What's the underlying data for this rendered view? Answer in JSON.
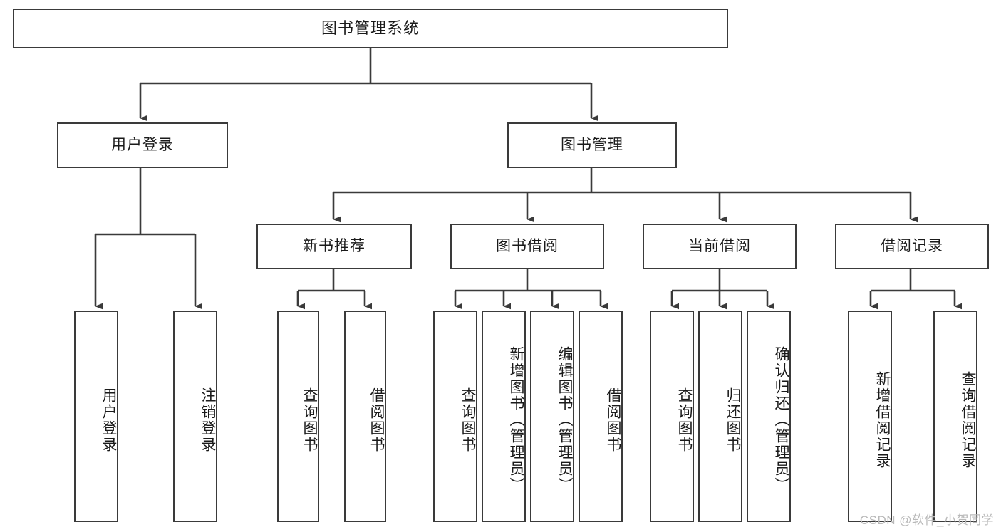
{
  "diagram": {
    "title": "图书管理系统",
    "type": "tree-hierarchy-diagram",
    "watermark": "CSDN @软件_小贺同学",
    "colors": {
      "box_border": "#3a3a3a",
      "box_fill": "#ffffff",
      "connector": "#3a3a3a",
      "text": "#1a1a1a",
      "watermark": "#b9b9b9"
    },
    "root": {
      "label": "图书管理系统"
    },
    "level2": [
      {
        "label": "用户登录"
      },
      {
        "label": "图书管理"
      }
    ],
    "level3": [
      {
        "label": "新书推荐"
      },
      {
        "label": "图书借阅"
      },
      {
        "label": "当前借阅"
      },
      {
        "label": "借阅记录"
      }
    ],
    "leaves": {
      "user_login": [
        {
          "label": "用户登录"
        },
        {
          "label": "注销登录"
        }
      ],
      "new_book_recommend": [
        {
          "label": "查询图书"
        },
        {
          "label": "借阅图书"
        }
      ],
      "book_borrow": [
        {
          "label": "查询图书"
        },
        {
          "label": "新增图书（管理员）"
        },
        {
          "label": "编辑图书（管理员）"
        },
        {
          "label": "借阅图书"
        }
      ],
      "current_borrow": [
        {
          "label": "查询图书"
        },
        {
          "label": "归还图书"
        },
        {
          "label": "确认归还（管理员）"
        }
      ],
      "borrow_record": [
        {
          "label": "新增借阅记录"
        },
        {
          "label": "查询借阅记录"
        }
      ]
    }
  }
}
